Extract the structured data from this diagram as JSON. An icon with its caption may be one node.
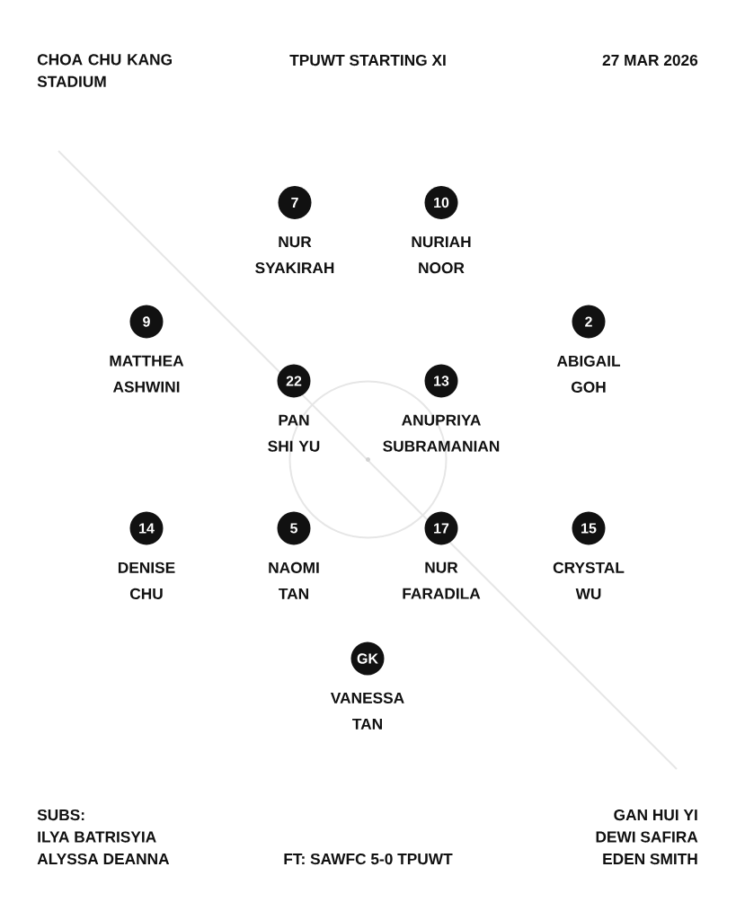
{
  "diagram": {
    "title": "TPUWT STARTING XI",
    "nodes": [
      {
        "text": [
          "7"
        ],
        "beside": [
          "NUR SYAKIRAH"
        ]
      },
      {
        "text": [
          "10"
        ],
        "beside": [
          "NURIAH NOOR"
        ]
      },
      {
        "text": [
          "9"
        ],
        "beside": [
          "MATTHEA ASHWINI"
        ]
      },
      {
        "text": [
          "2"
        ],
        "beside": [
          "ABIGAIL GOH"
        ]
      },
      {
        "text": [
          "22"
        ],
        "beside": [
          "PAN SHI YU"
        ]
      },
      {
        "text": [
          "13"
        ],
        "beside": [
          "ANUPRIYA SUBRAMANIAN"
        ]
      },
      {
        "text": [
          "14"
        ],
        "beside": [
          "DENISE CHU"
        ]
      },
      {
        "text": [
          "5"
        ],
        "beside": [
          "NAOMI TAN"
        ]
      },
      {
        "text": [
          "17"
        ],
        "beside": [
          "NUR FARADILA"
        ]
      },
      {
        "text": [
          "15"
        ],
        "beside": [
          "CRYSTAL WU"
        ]
      },
      {
        "text": [
          "GK"
        ],
        "beside": [
          "VANESSA TAN"
        ]
      }
    ],
    "labels": [
      "CHOA CHU KANG STADIUM",
      "27 MAR 2026",
      "SUBS:",
      "ILYA BATRISYIA",
      "ALYSSA DEANNA",
      "FT: SAWFC 5-0 TPUWT",
      "GAN HUI YI",
      "DEWI SAFIRA",
      "EDEN SMITH"
    ]
  }
}
